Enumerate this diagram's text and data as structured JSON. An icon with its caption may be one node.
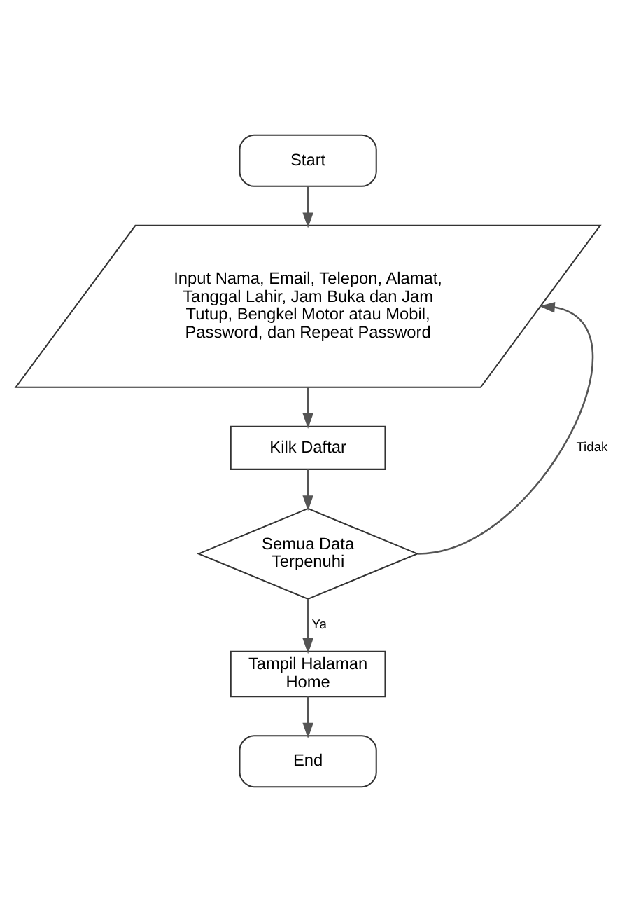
{
  "diagram": {
    "nodes": [
      {
        "text": [
          "Start"
        ]
      },
      {
        "text": [
          "Input Nama, Email, Telepon, Alamat, Tanggal Lahir, Jam Buka dan Jam Tutup, Bengkel Motor atau Mobil, Password, dan Repeat Password"
        ]
      },
      {
        "text": [
          "Kilk Daftar"
        ]
      },
      {
        "text": [
          "Semua Data Terpenuhi"
        ]
      },
      {
        "text": [
          "Tampil Halaman Home"
        ]
      },
      {
        "text": [
          "End"
        ]
      }
    ],
    "edges": [
      {
        "from": 0,
        "to": 1,
        "arrow": "to"
      },
      {
        "from": 1,
        "to": 2,
        "arrow": "to"
      },
      {
        "from": 2,
        "to": 3,
        "arrow": "to"
      },
      {
        "from": 3,
        "to": 4,
        "arrow": "to",
        "label": "Ya"
      },
      {
        "from": 3,
        "to": 1,
        "arrow": "to",
        "label": "Tidak"
      },
      {
        "from": 4,
        "to": 5,
        "arrow": "to"
      }
    ]
  }
}
